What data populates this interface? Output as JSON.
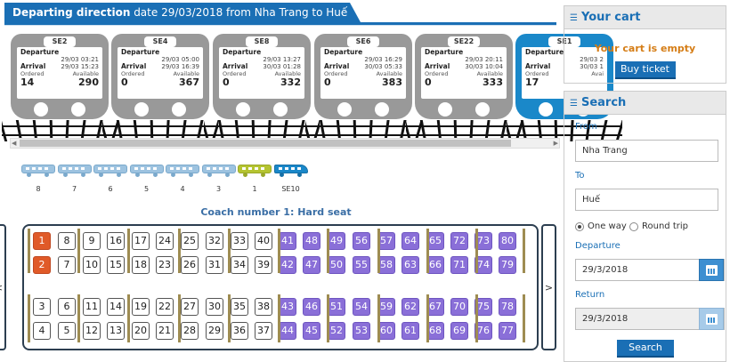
{
  "header": {
    "title_bold": "Departing direction",
    "title_rest": " date 29/03/2018 from Nha Trang to Huế"
  },
  "trains": [
    {
      "code": "SE2",
      "dep_label": "Departure",
      "dep": "29/03 03:21",
      "arr_label": "Arrival",
      "arr": "29/03 15:23",
      "ordered_label": "Ordered",
      "available_label": "Available",
      "ordered": "14",
      "available": "290"
    },
    {
      "code": "SE4",
      "dep_label": "Departure",
      "dep": "29/03 05:00",
      "arr_label": "Arrival",
      "arr": "29/03 16:39",
      "ordered_label": "Ordered",
      "available_label": "Available",
      "ordered": "0",
      "available": "367"
    },
    {
      "code": "SE8",
      "dep_label": "Departure",
      "dep": "29/03 13:27",
      "arr_label": "Arrival",
      "arr": "30/03 01:28",
      "ordered_label": "Ordered",
      "available_label": "Available",
      "ordered": "0",
      "available": "332"
    },
    {
      "code": "SE6",
      "dep_label": "Departure",
      "dep": "29/03 16:29",
      "arr_label": "Arrival",
      "arr": "30/03 05:33",
      "ordered_label": "Ordered",
      "available_label": "Available",
      "ordered": "0",
      "available": "383"
    },
    {
      "code": "SE22",
      "dep_label": "Departure",
      "dep": "29/03 20:11",
      "arr_label": "Arrival",
      "arr": "30/03 10:04",
      "ordered_label": "Ordered",
      "available_label": "Available",
      "ordered": "0",
      "available": "333"
    },
    {
      "code": "SE1",
      "dep_label": "Departure",
      "dep": "29/03 2",
      "arr_label": "Arrival",
      "arr": "30/03 1",
      "ordered_label": "Ordered",
      "available_label": "Avai",
      "ordered": "17",
      "available": ""
    }
  ],
  "coaches": [
    "8",
    "7",
    "6",
    "5",
    "4",
    "3",
    "1",
    "SE10"
  ],
  "coach_title": "Coach number 1: Hard seat",
  "nav": {
    "prev": "<",
    "next": ">"
  },
  "seats": {
    "top_row1": [
      "1",
      "8",
      "9",
      "16",
      "17",
      "24",
      "25",
      "32",
      "33",
      "40",
      "41",
      "48",
      "49",
      "56",
      "57",
      "64",
      "65",
      "72",
      "73",
      "80"
    ],
    "top_row2": [
      "2",
      "7",
      "10",
      "15",
      "18",
      "23",
      "26",
      "31",
      "34",
      "39",
      "42",
      "47",
      "50",
      "55",
      "58",
      "63",
      "66",
      "71",
      "74",
      "79"
    ],
    "bot_row1": [
      "3",
      "6",
      "11",
      "14",
      "19",
      "22",
      "27",
      "30",
      "35",
      "38",
      "43",
      "46",
      "51",
      "54",
      "59",
      "62",
      "67",
      "70",
      "75",
      "78"
    ],
    "bot_row2": [
      "4",
      "5",
      "12",
      "13",
      "20",
      "21",
      "28",
      "29",
      "36",
      "37",
      "44",
      "45",
      "52",
      "53",
      "60",
      "61",
      "68",
      "69",
      "76",
      "77"
    ]
  },
  "cart": {
    "title": "Your cart",
    "icon": "list-icon",
    "empty": "Your cart is empty",
    "buy": "Buy ticket"
  },
  "search": {
    "title": "Search",
    "icon": "list-icon",
    "from_label": "From",
    "from": "Nha Trang",
    "to_label": "To",
    "to": "Huế",
    "one_way": "One way",
    "round_trip": "Round trip",
    "departure_label": "Departure",
    "departure": "29/3/2018",
    "return_label": "Return",
    "return": "29/3/2018",
    "button": "Search"
  },
  "colors": {
    "accent": "#1a6fb5",
    "sold": "#8a6fd8",
    "selected": "#e05a28",
    "train": "#999999",
    "train_selected": "#1a88c9"
  }
}
